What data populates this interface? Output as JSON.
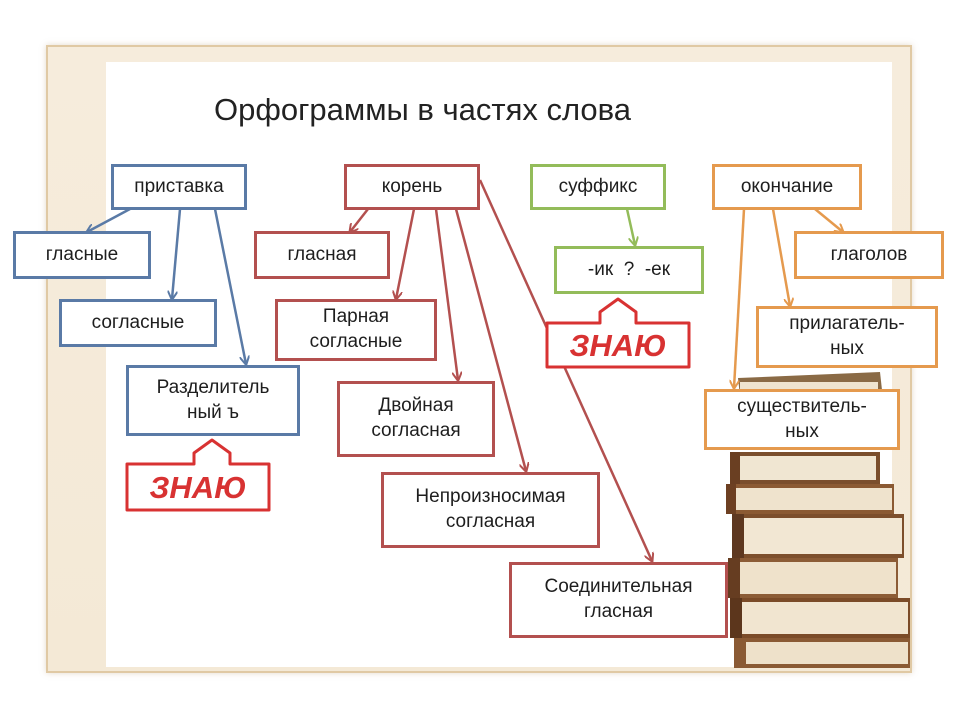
{
  "title": "Орфограммы в частях слова",
  "nodes": {
    "pristavka": "приставка",
    "koren": "корень",
    "suffiks": "суффикс",
    "okonchanie": "окончание",
    "glasnye": "гласные",
    "soglasnye": "согласные",
    "razdelitelny_line1": "Разделитель",
    "razdelitelny_line2": "ный ъ",
    "glasnaya": "гласная",
    "parnaya_line1": "Парная",
    "parnaya_line2": "согласные",
    "dvoynaya_line1": "Двойная",
    "dvoynaya_line2": "согласная",
    "neproiznosimaya_line1": "Непроизносимая",
    "neproiznosimaya_line2": "согласная",
    "soedinitelnaya_line1": "Соединительная",
    "soedinitelnaya_line2": "гласная",
    "ik_ek": "-ик  ?  -ек",
    "glagolov": "глаголов",
    "prilagatelnyh_line1": "прилагатель-",
    "prilagatelnyh_line2": "ных",
    "sushchestvitelnyh_line1": "существитель-",
    "sushchestvitelnyh_line2": "ных"
  },
  "badges": {
    "znaju_left": "ЗНАЮ",
    "znaju_right": "ЗНАЮ"
  },
  "colors": {
    "prefix_blue": "#5a7aa6",
    "root_red": "#b3504f",
    "suffix_green": "#93bc5a",
    "ending_orange": "#e59a4e",
    "badge_red": "#d83232"
  }
}
